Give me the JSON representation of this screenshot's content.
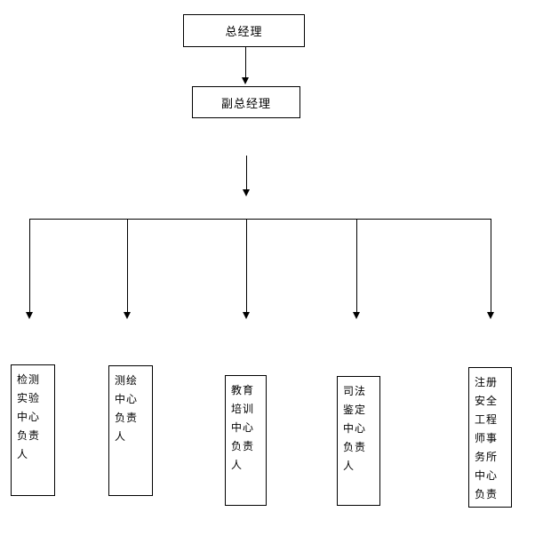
{
  "chart": {
    "type": "org-flowchart",
    "nodes": {
      "general_manager": "总经理",
      "deputy_general_manager": "副总经理",
      "departments": [
        "检测\n实验\n中心\n负责\n人",
        "测绘\n中心\n负责\n人",
        "教育\n培训\n中心\n负责\n人",
        "司法\n鉴定\n中心\n负责\n人",
        "注册\n安全\n工程\n师事\n务所\n中心\n负责"
      ]
    },
    "colors": {
      "line": "#000000",
      "text": "#000000",
      "background": "#ffffff"
    }
  }
}
